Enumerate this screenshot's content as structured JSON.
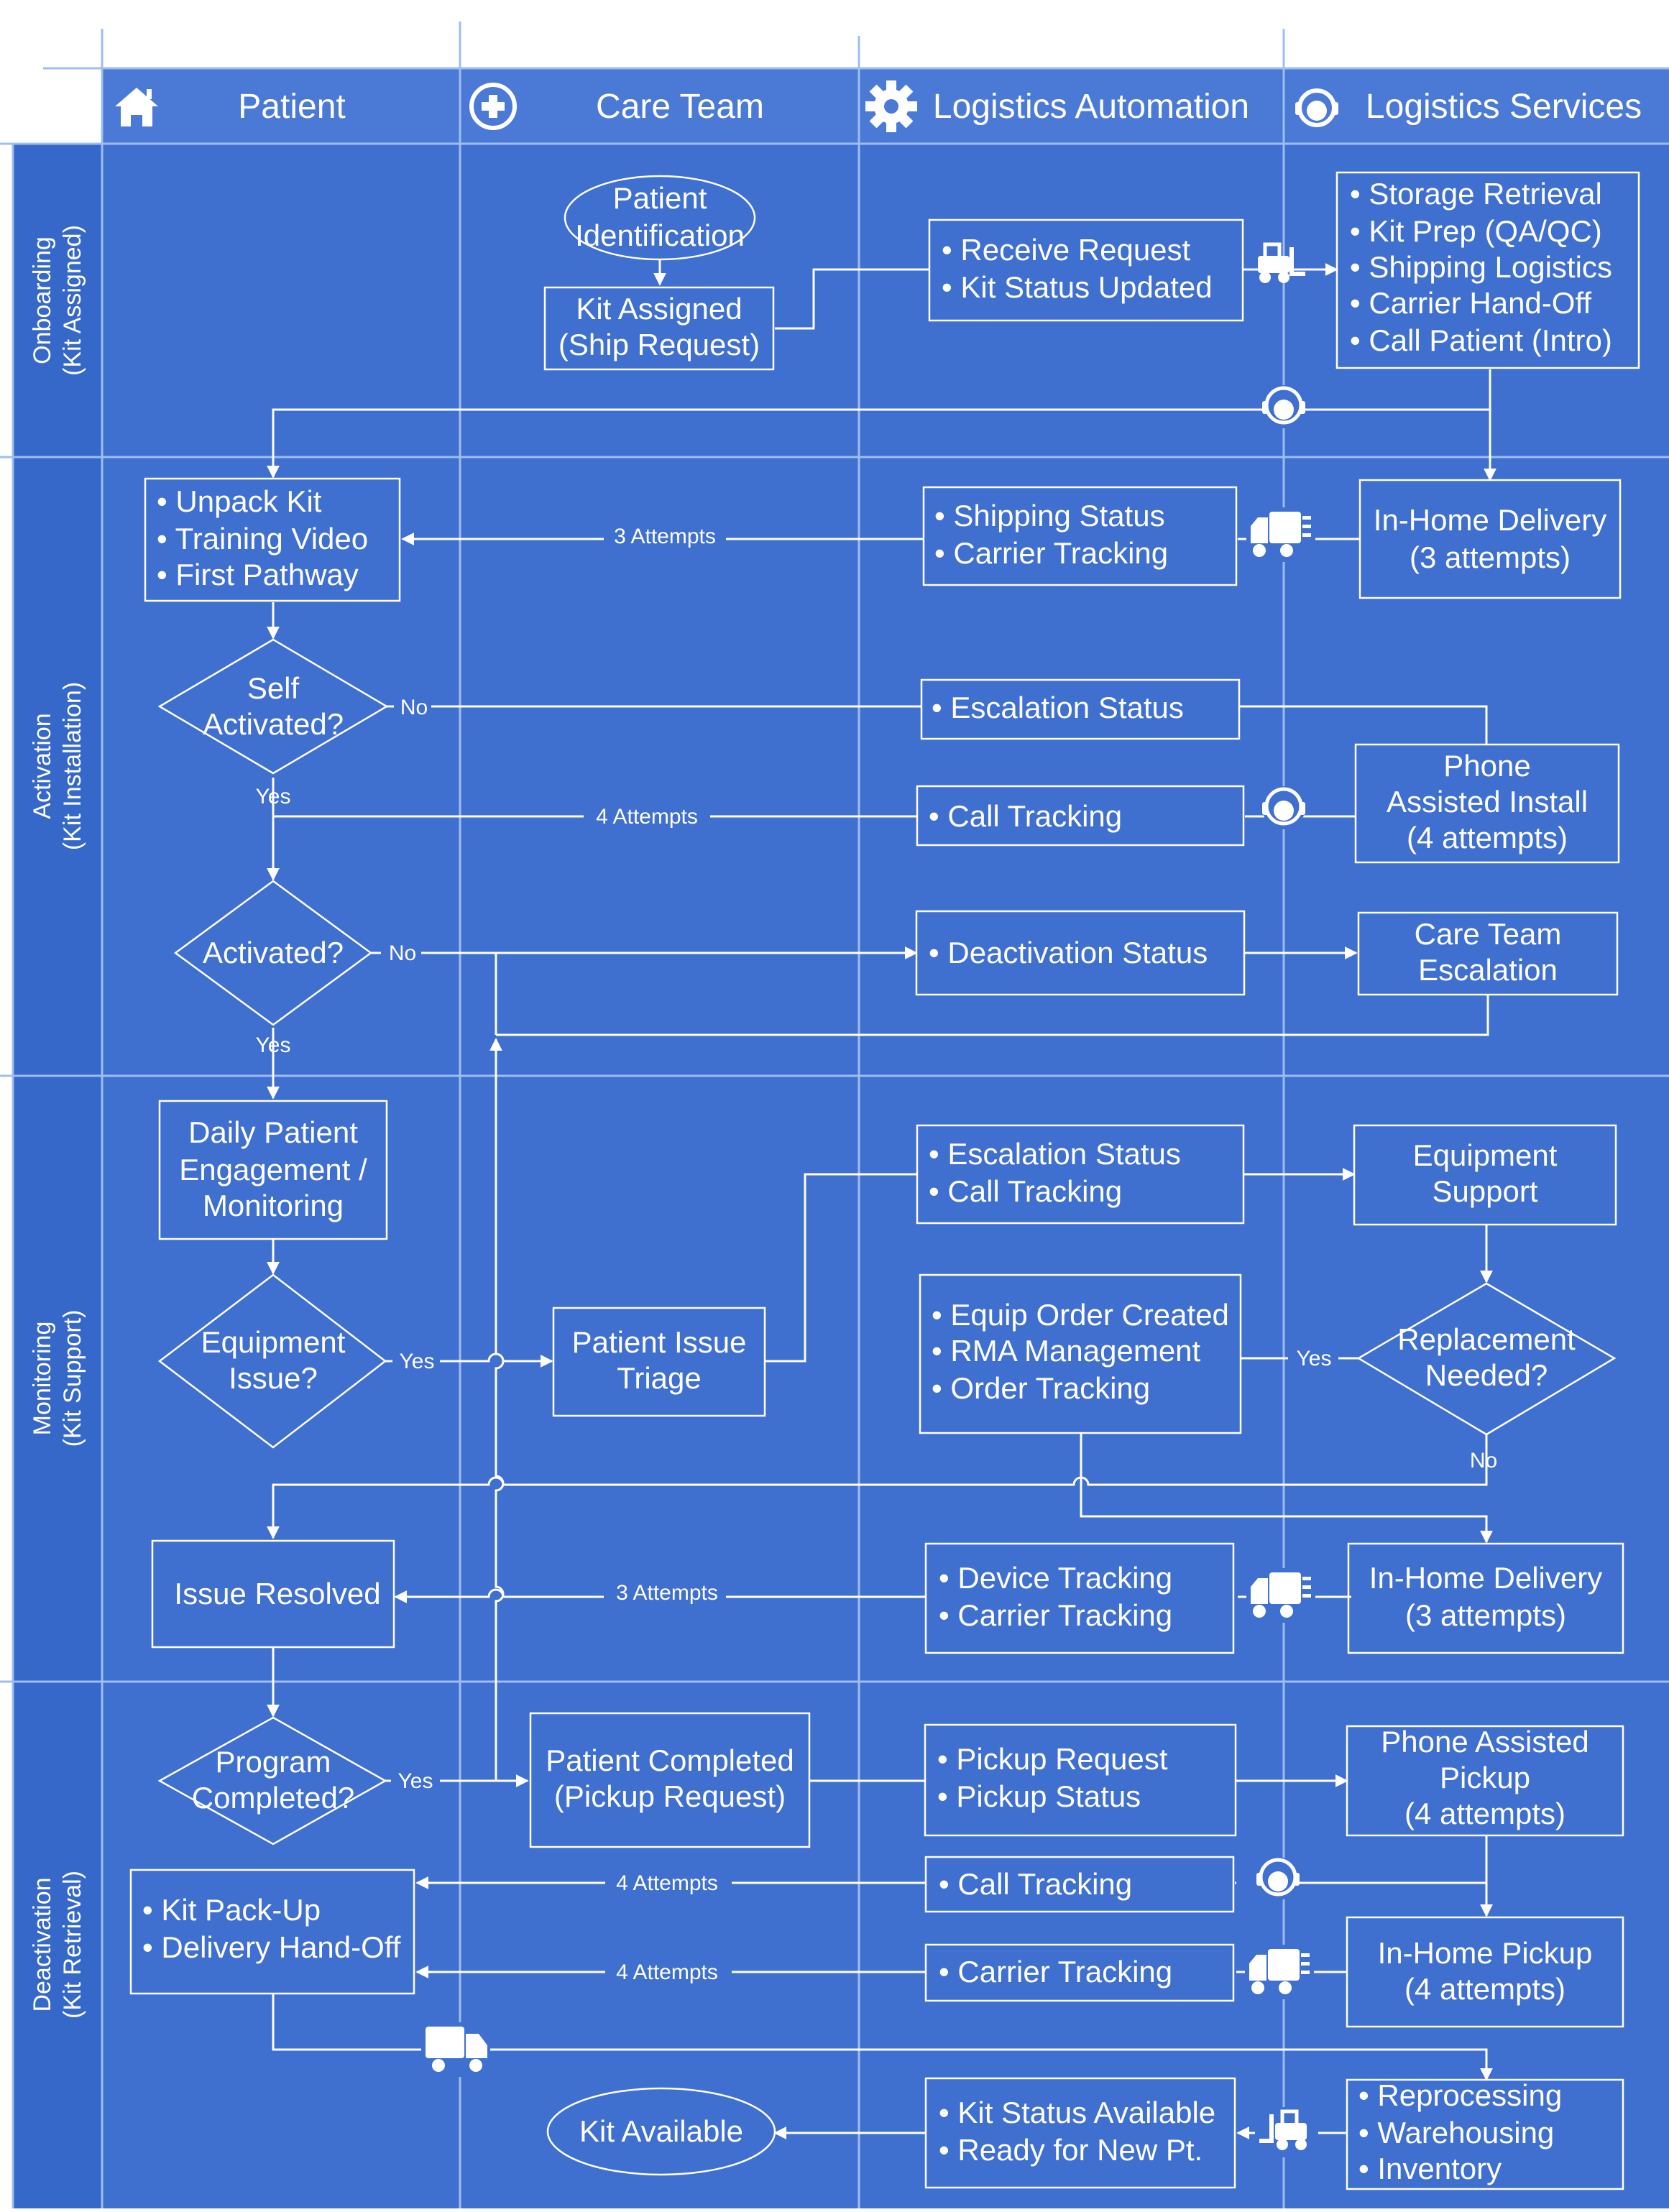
{
  "colors": {
    "background": "#3f6fcf",
    "header": "#4a7ad6",
    "lane_band": "#3568c8",
    "line": "#ffffff"
  },
  "columns": [
    {
      "label": "Patient",
      "icon": "home-icon"
    },
    {
      "label": "Care Team",
      "icon": "medical-cross-icon"
    },
    {
      "label": "Logistics Automation",
      "icon": "gear-icon"
    },
    {
      "label": "Logistics Services",
      "icon": "headset-agent-icon"
    }
  ],
  "lanes": [
    {
      "line1": "Onboarding",
      "line2": "(Kit Assigned)"
    },
    {
      "line1": "Activation",
      "line2": "(Kit Installation)"
    },
    {
      "line1": "Monitoring",
      "line2": "(Kit Support)"
    },
    {
      "line1": "Deactivation",
      "line2": "(Kit Retrieval)"
    }
  ],
  "nodes": {
    "patient_identification": [
      "Patient",
      "Identification"
    ],
    "kit_assigned": [
      "Kit Assigned",
      "(Ship Request)"
    ],
    "receive_request": [
      "• Receive Request",
      "• Kit Status Updated"
    ],
    "storage_retrieval": [
      "• Storage Retrieval",
      "• Kit Prep (QA/QC)",
      "• Shipping Logistics",
      "• Carrier Hand-Off",
      "• Call Patient (Intro)"
    ],
    "unpack_kit": [
      "• Unpack Kit",
      "• Training Video",
      "• First Pathway"
    ],
    "shipping_status": [
      "• Shipping Status",
      "• Carrier Tracking"
    ],
    "in_home_delivery_1": [
      "In-Home Delivery",
      "(3 attempts)"
    ],
    "self_activated": [
      "Self",
      "Activated?"
    ],
    "escalation_status_1": [
      "• Escalation Status"
    ],
    "phone_assisted_install": [
      "Phone",
      "Assisted Install",
      "(4 attempts)"
    ],
    "call_tracking_1": [
      "• Call Tracking"
    ],
    "activated": [
      "Activated?"
    ],
    "deactivation_status": [
      "• Deactivation Status"
    ],
    "care_team_escalation": [
      "Care Team",
      "Escalation"
    ],
    "daily_engagement": [
      "Daily Patient",
      "Engagement /",
      "Monitoring"
    ],
    "escalation_call": [
      "• Escalation Status",
      "• Call Tracking"
    ],
    "equipment_support": [
      "Equipment",
      "Support"
    ],
    "equipment_issue": [
      "Equipment",
      "Issue?"
    ],
    "patient_issue_triage": [
      "Patient Issue",
      "Triage"
    ],
    "equip_order": [
      "• Equip Order Created",
      "• RMA Management",
      "• Order Tracking"
    ],
    "replacement_needed": [
      "Replacement",
      "Needed?"
    ],
    "issue_resolved": [
      "Issue Resolved"
    ],
    "device_tracking": [
      "• Device Tracking",
      "• Carrier Tracking"
    ],
    "in_home_delivery_2": [
      "In-Home Delivery",
      "(3 attempts)"
    ],
    "program_completed": [
      "Program",
      "Completed?"
    ],
    "patient_completed": [
      "Patient Completed",
      "(Pickup Request)"
    ],
    "pickup_request": [
      "• Pickup Request",
      "• Pickup Status"
    ],
    "phone_assisted_pickup": [
      "Phone Assisted",
      "Pickup",
      "(4 attempts)"
    ],
    "kit_pack_up": [
      "• Kit Pack-Up",
      "• Delivery Hand-Off"
    ],
    "call_tracking_2": [
      "• Call Tracking"
    ],
    "carrier_tracking": [
      "• Carrier Tracking"
    ],
    "in_home_pickup": [
      "In-Home Pickup",
      "(4 attempts)"
    ],
    "kit_available": [
      "Kit Available"
    ],
    "kit_status_available": [
      "• Kit Status Available",
      "• Ready for New Pt."
    ],
    "reprocessing": [
      "• Reprocessing",
      "• Warehousing",
      "• Inventory"
    ]
  },
  "edge_labels": {
    "attempts_3": "3 Attempts",
    "attempts_4": "4 Attempts",
    "yes": "Yes",
    "no": "No"
  }
}
